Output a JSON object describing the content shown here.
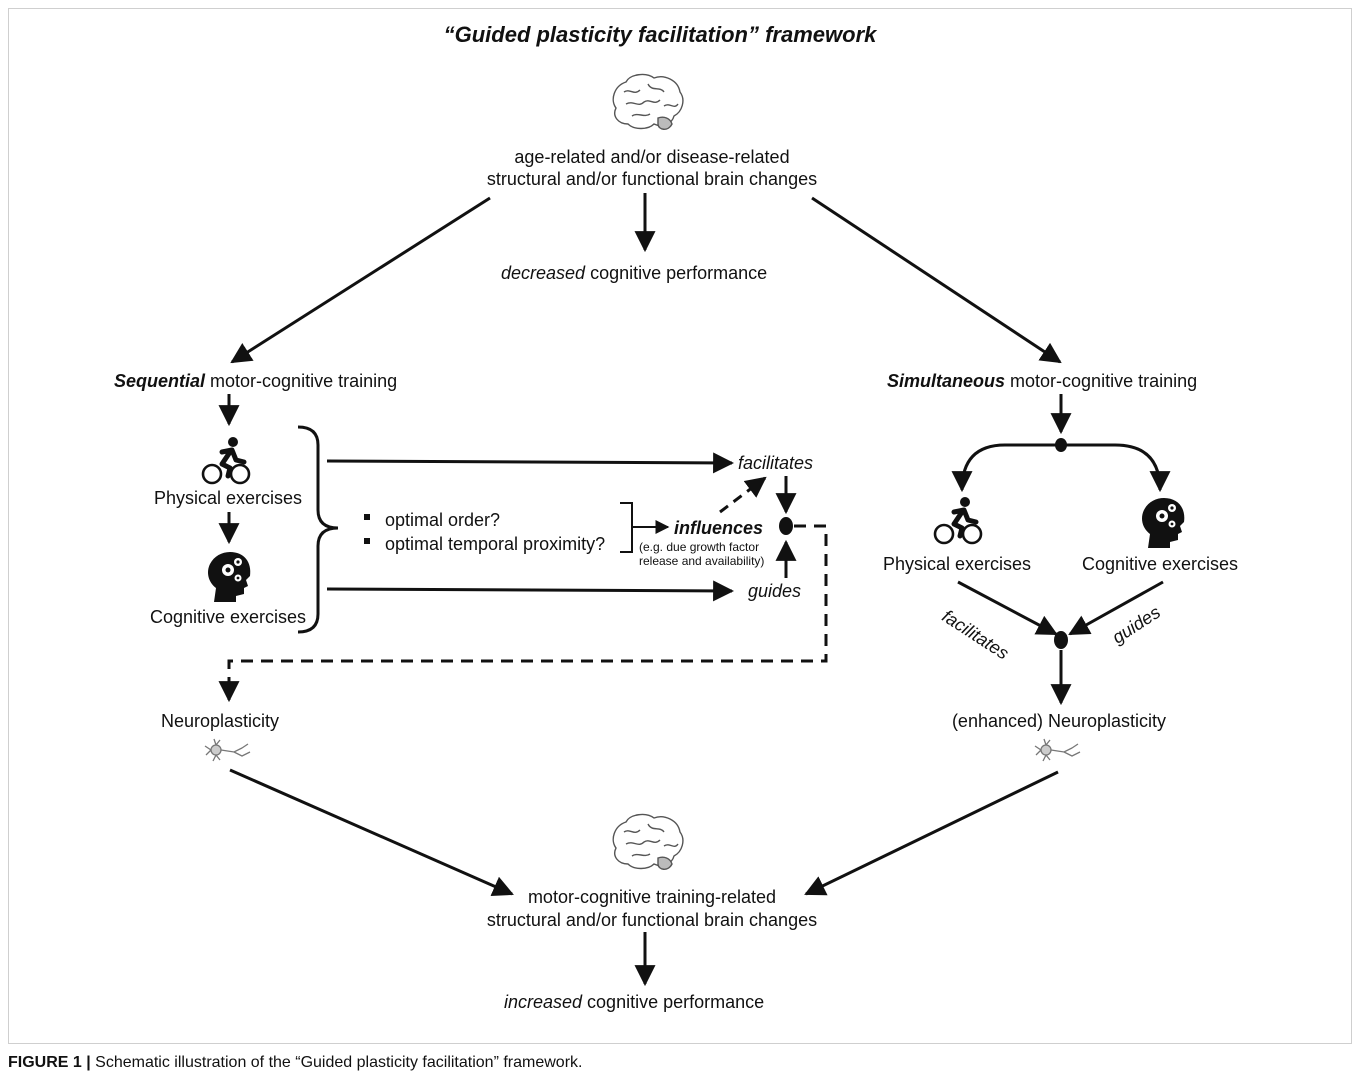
{
  "title": "“Guided plasticity facilitation” framework",
  "top": {
    "line1": "age-related and/or disease-related",
    "line2": "structural and/or functional brain changes",
    "decreased_em": "decreased",
    "decreased_rest": " cognitive performance"
  },
  "left": {
    "heading_em": "Sequential",
    "heading_rest": " motor-cognitive training",
    "physical": "Physical exercises",
    "cognitive": "Cognitive exercises",
    "bullet1": "optimal order?",
    "bullet2": "optimal temporal proximity?",
    "facilitates": "facilitates",
    "influences": "influences",
    "influences_note1": "(e.g. due growth factor",
    "influences_note2": "release and availability)",
    "guides": "guides",
    "neuroplasticity": "Neuroplasticity"
  },
  "right": {
    "heading_em": "Simultaneous",
    "heading_rest": " motor-cognitive training",
    "physical": "Physical exercises",
    "cognitive": "Cognitive exercises",
    "facilitates": "facilitates",
    "guides": "guides",
    "neuroplasticity": "(enhanced) Neuroplasticity"
  },
  "bottom": {
    "line1": "motor-cognitive training-related",
    "line2": "structural and/or functional brain changes",
    "increased_em": "increased",
    "increased_rest": " cognitive performance"
  },
  "caption": {
    "label": "FIGURE 1 |",
    "text": " Schematic illustration of the “Guided plasticity facilitation” framework."
  },
  "icons": [
    "brain-icon",
    "cyclist-icon",
    "head-gears-icon",
    "neuron-icon"
  ]
}
